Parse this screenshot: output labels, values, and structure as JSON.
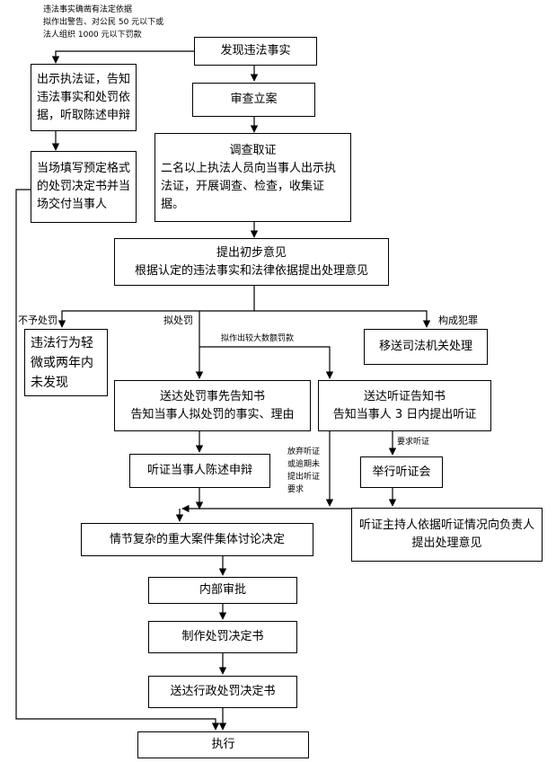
{
  "boxes": {
    "discover": "发现违法事实",
    "simple_notify": "出示执法证，告知违法事实和处罚依据，听取陈述申辩",
    "simple_decision": "当场填写预定格式的处罚决定书并当场交付当事人",
    "register": "审查立案",
    "investigate_title": "调查取证",
    "investigate_body": "二名以上执法人员向当事人出示执法证，开展调查、检查，收集证据。",
    "opinion_title": "提出初步意见",
    "opinion_body": "根据认定的违法事实和法律依据提出处理意见",
    "no_penalty_reason": "违法行为轻微或两年内未发现",
    "transfer": "移送司法机关处理",
    "pre_notice_title": "送达处罚事先告知书",
    "pre_notice_body": "告知当事人拟处罚的事实、理由",
    "hearing_notice_title": "送达听证告知书",
    "hearing_notice_body": "告知当事人 3 日内提出听证",
    "statement": "听证当事人陈述申辩",
    "hold_hearing": "举行听证会",
    "hearing_opinion": "听证主持人依据听证情况向负责人提出处理意见",
    "collective": "情节复杂的重大案件集体讨论决定",
    "internal_review": "内部审批",
    "make_decision": "制作处罚决定书",
    "deliver_decision": "送达行政处罚决定书",
    "execute": "执行"
  },
  "labels": {
    "simple_condition": "违法事实确凿有法定依据\n拟作出警告、对公民 50 元以下或\n法人组织 1000 元以下罚款",
    "no_penalty": "不予处罚",
    "propose_penalty": "拟处罚",
    "crime": "构成犯罪",
    "large_fine": "拟作出较大数额罚款",
    "request_hearing": "要求听证",
    "waive_hearing": "放弃听证\n或逾期未\n提出听证\n要求"
  }
}
